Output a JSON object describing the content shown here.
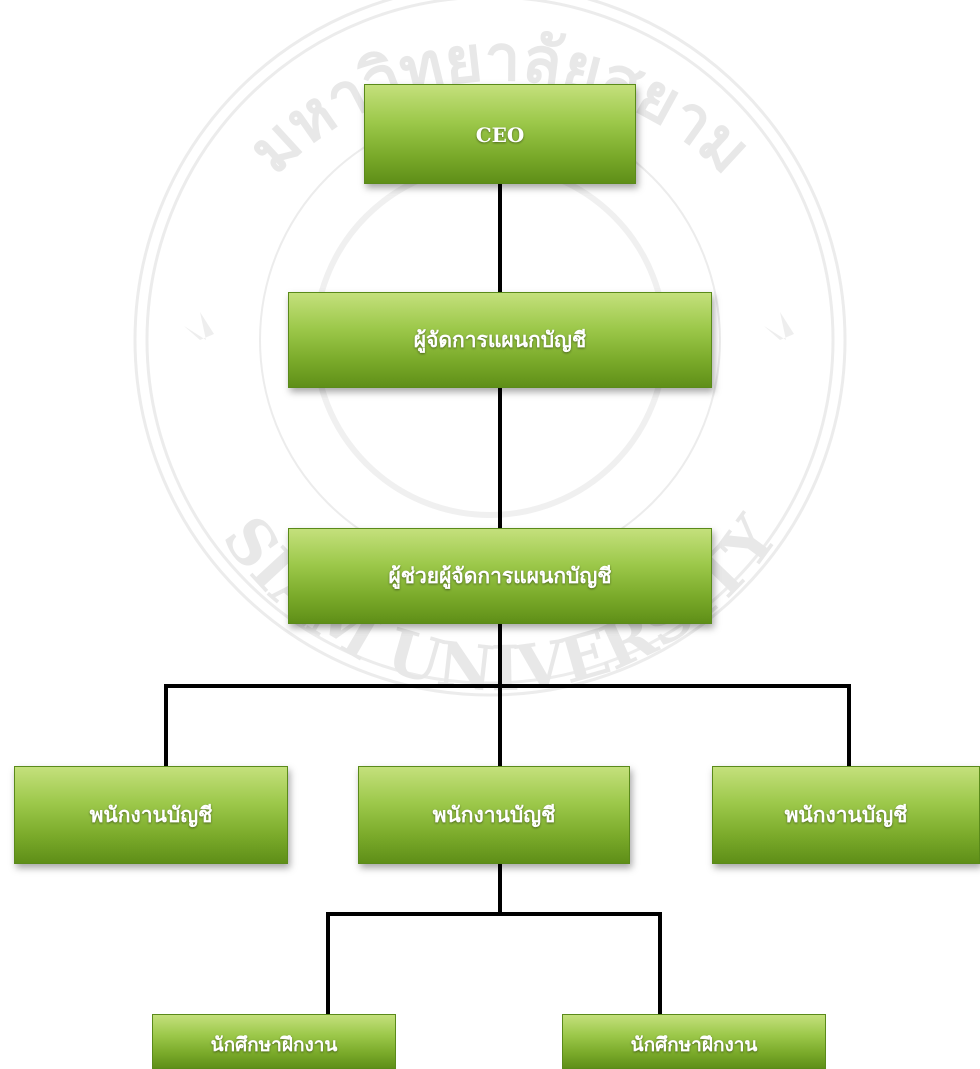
{
  "chart": {
    "nodes": {
      "ceo": "CEO",
      "manager": "ผู้จัดการแผนกบัญชี",
      "assistant": "ผู้ช่วยผู้จัดการแผนกบัญชี",
      "accountant_1": "พนักงานบัญชี",
      "accountant_2": "พนักงานบัญชี",
      "accountant_3": "พนักงานบัญชี",
      "intern_1": "นักศึกษาฝึกงาน",
      "intern_2": "นักศึกษาฝึกงาน"
    }
  },
  "watermark": {
    "text_top": "มหาวิทยาลัยสยาม",
    "text_bottom": "SIAM UNIVERSITY"
  },
  "colors": {
    "node_light": "#c4e07c",
    "node_dark": "#5f8f18",
    "connector": "#000000",
    "watermark": "#e6e6e6"
  }
}
